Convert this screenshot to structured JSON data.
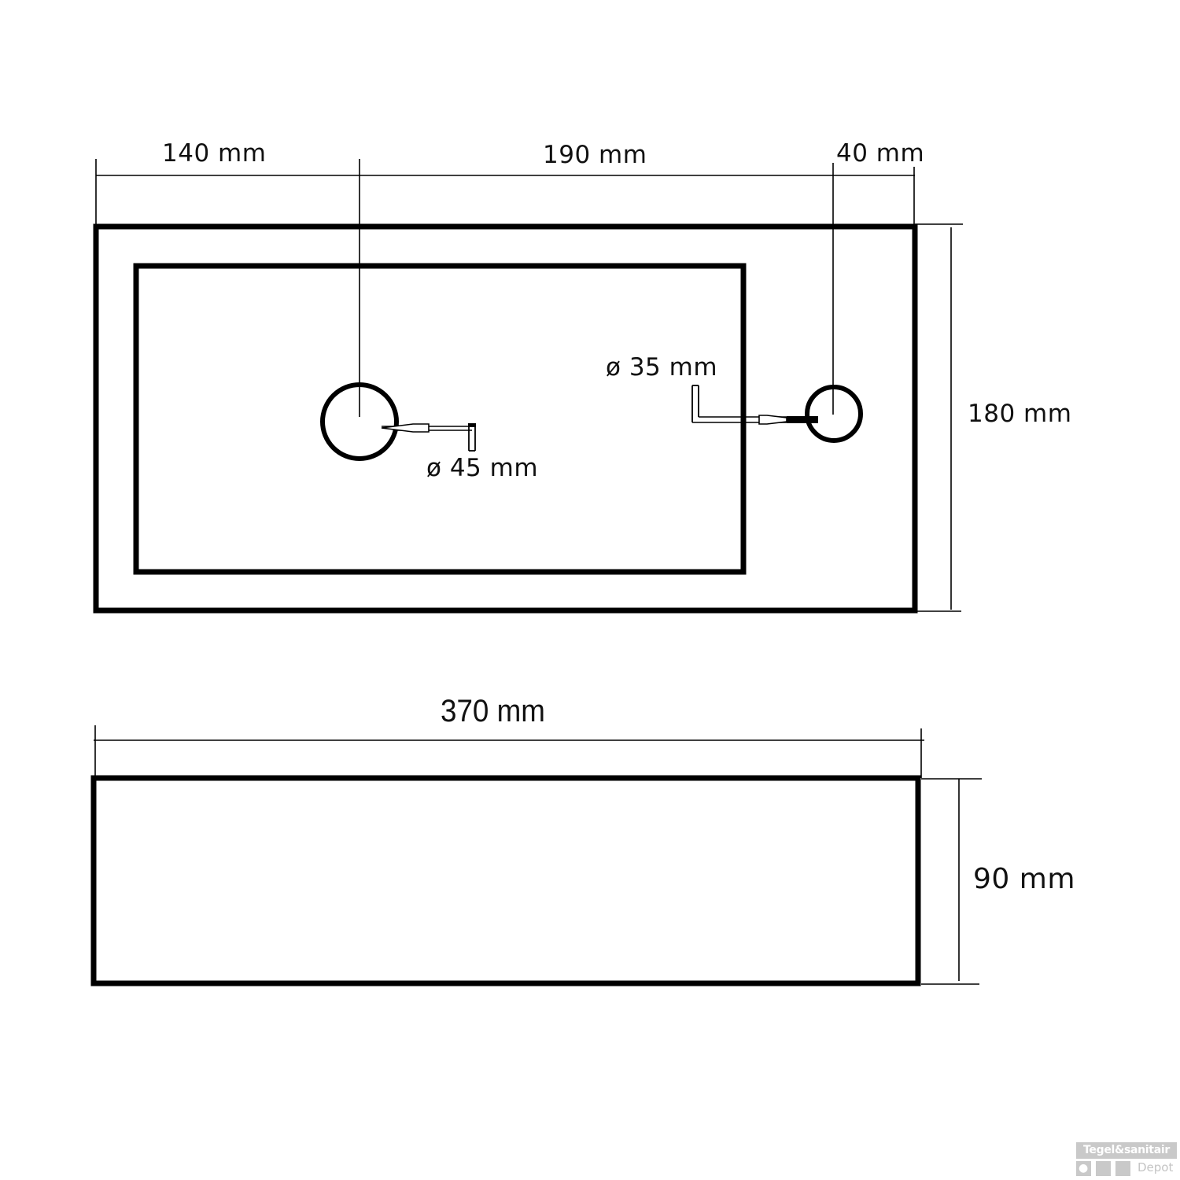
{
  "top_view": {
    "dim_left_offset": "140 mm",
    "dim_center_span": "190 mm",
    "dim_right_offset": "40 mm",
    "dim_depth": "180 mm",
    "drain_diameter": "ø 45 mm",
    "tap_hole_diameter": "ø 35 mm"
  },
  "side_view": {
    "dim_width": "370 mm",
    "dim_height": "90 mm"
  },
  "watermark": {
    "brand_line": "Tegel&sanitair",
    "sub_line": "Depot",
    "drop_icon": "💧",
    "color": "#c9c9c9"
  },
  "colors": {
    "line": "#000000",
    "background": "#ffffff"
  }
}
